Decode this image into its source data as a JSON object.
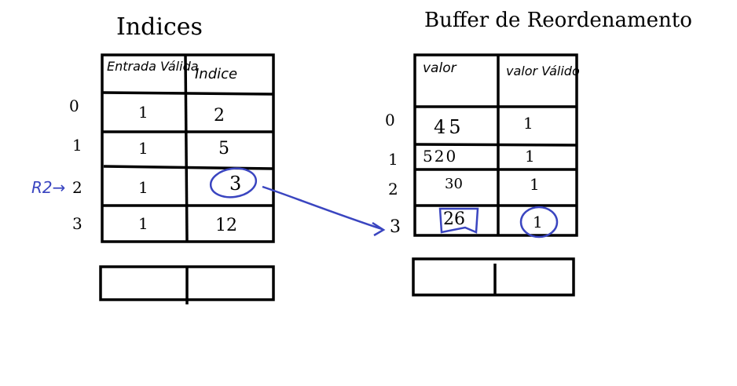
{
  "left_table": {
    "title": "Indices",
    "headers": [
      "Entrada Válida",
      "Indice"
    ],
    "row_labels": [
      "0",
      "1",
      "2",
      "3"
    ],
    "rows": [
      [
        "1",
        "2"
      ],
      [
        "1",
        "5"
      ],
      [
        "1",
        "3"
      ],
      [
        "1",
        "12"
      ]
    ],
    "pointer_label": "R2→"
  },
  "right_table": {
    "title": "Buffer de Reordenamento",
    "headers": [
      "valor",
      "valor Válido"
    ],
    "row_labels": [
      "0",
      "1",
      "2",
      "3"
    ],
    "rows": [
      [
        "45",
        "1"
      ],
      [
        "520",
        "1"
      ],
      [
        "30",
        "1"
      ],
      [
        "26",
        "1"
      ]
    ]
  },
  "colors": {
    "ink": "#000000",
    "annotation": "#3a45c0"
  }
}
